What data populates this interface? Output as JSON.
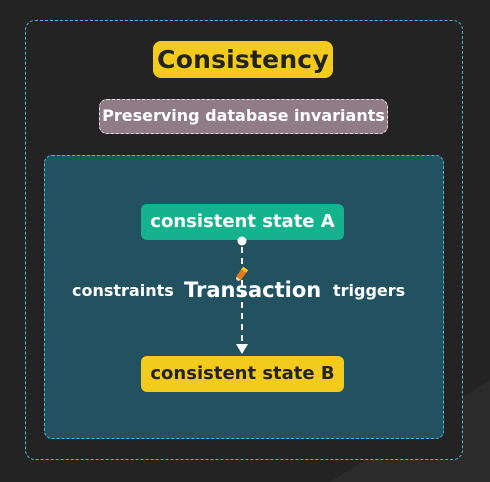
{
  "diagram": {
    "title": "Consistency",
    "subtitle": "Preserving database invariants",
    "state_start": "consistent state A",
    "state_end": "consistent state B",
    "process": "Transaction",
    "left_label": "constraints",
    "right_label": "triggers"
  },
  "colors": {
    "background": "#232323",
    "frame_border": "#4fb6d6",
    "title_fill": "#f2cb1d",
    "subtitle_fill": "#8f7c85",
    "panel_fill": "#22525f",
    "state_start_fill": "#14b38e",
    "state_end_fill": "#f2cb1d"
  },
  "icons": {
    "transaction_marker": "pencil-icon"
  }
}
